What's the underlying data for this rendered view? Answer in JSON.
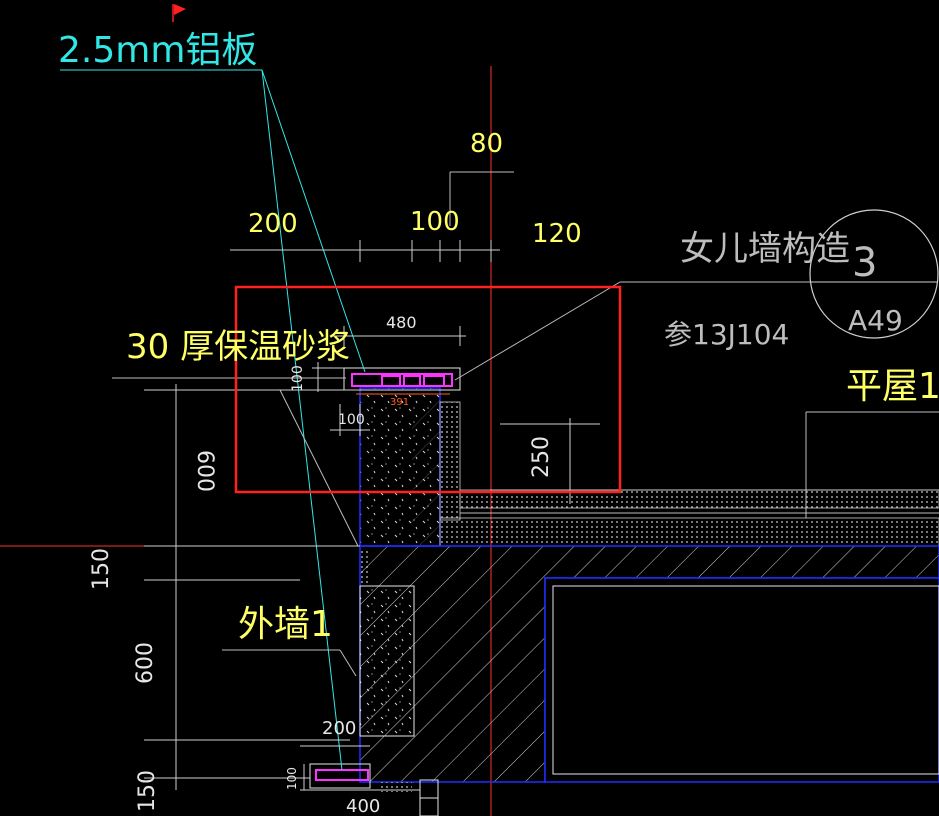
{
  "drawing": {
    "callout_aluminum": "2.5mm铝板",
    "callout_mortar": "30 厚保温砂浆",
    "callout_parapet": "女儿墙构造",
    "callout_ref": "参13J104",
    "detail_number": "3",
    "detail_sheet": "A49",
    "callout_roof": "平屋1",
    "callout_exterior_wall": "外墙1",
    "dims": {
      "d80": "80",
      "d200_top": "200",
      "d100_top": "100",
      "d120": "120",
      "d480": "480",
      "d100_cap": "100",
      "d100_left": "100",
      "d391": "391",
      "d250": "250",
      "d600_upper": "600",
      "d150_upper": "150",
      "d600_lower": "600",
      "d200_low": "200",
      "d100_low": "100",
      "d400": "400",
      "d150_lower": "150"
    },
    "colors": {
      "background": "#000000",
      "highlight_box": "#ff2020",
      "axis_line": "#ff3030",
      "dimension_text": "#ffff66",
      "leader": "#33e6e6",
      "wall_outline": "#1f2fff",
      "flashing": "#ff33ff"
    }
  }
}
